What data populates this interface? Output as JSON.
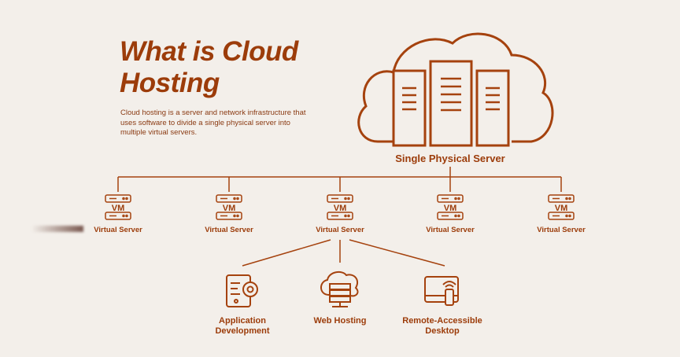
{
  "title": {
    "line1": "What is Cloud",
    "line2": "Hosting"
  },
  "description": "Cloud hosting is a server and network infrastructure that uses software to divide a single physical server into multiple virtual servers.",
  "physical_server": {
    "label": "Single Physical Server"
  },
  "virtual_servers": [
    {
      "badge": "VM",
      "label": "Virtual Server"
    },
    {
      "badge": "VM",
      "label": "Virtual Server"
    },
    {
      "badge": "VM",
      "label": "Virtual Server"
    },
    {
      "badge": "VM",
      "label": "Virtual Server"
    },
    {
      "badge": "VM",
      "label": "Virtual Server"
    }
  ],
  "use_cases": [
    {
      "icon": "app-development-icon",
      "line1": "Application",
      "line2": "Development"
    },
    {
      "icon": "web-hosting-icon",
      "line1": "Web Hosting",
      "line2": ""
    },
    {
      "icon": "remote-desktop-icon",
      "line1": "Remote-Accessible",
      "line2": "Desktop"
    }
  ],
  "colors": {
    "accent": "#a5420e",
    "background": "#f3efea"
  }
}
